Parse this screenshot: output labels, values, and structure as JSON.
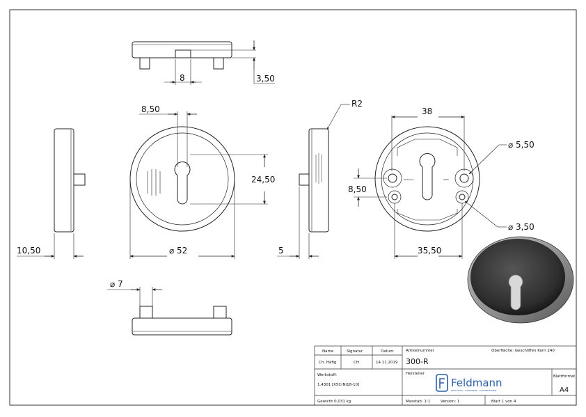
{
  "dimensions": {
    "top_slot_width": "8",
    "top_height": "3,50",
    "left_thickness": "10,50",
    "front_slot_offset": "8,50",
    "front_slot_height": "24,50",
    "front_diameter": "⌀ 52",
    "right_radius": "R2",
    "right_step": "5",
    "back_width": "38",
    "back_hole_large": "⌀ 5,50",
    "back_hole_small": "⌀ 3,50",
    "back_offset": "8,50",
    "back_spacing": "35,50",
    "bottom_pin": "⌀ 7"
  },
  "part_engraving": {
    "left": "Feldmann",
    "right": "2018"
  },
  "title_block": {
    "name_hdr": "Name",
    "signatur_hdr": "Signatur",
    "datum_hdr": "Datum",
    "name_val": "Ch. Häfig",
    "signatur_val": "CH",
    "datum_val": "14.11.2019",
    "artikelnummer_lbl": "Artikelnummer",
    "artikelnummer_val": "300-R",
    "oberflaeche": "Oberfläche: Geschliffen Korn 240",
    "werkstoff_lbl": "Werkstoff:",
    "werkstoff_val": "1.4301 [X5CrNi18-10]",
    "hersteller_lbl": "Hersteller",
    "company": "Feldmann",
    "company_sub": "EDELSTAHL · HANDWERK · SCHMIEDEEISEN",
    "blattformat_lbl": "Blattformat",
    "blattformat_val": "A4",
    "gewicht": "Gewicht 0,031 kg",
    "massstab": "Masstab: 1:1",
    "version": "Version: 1",
    "blatt": "Blatt 1 von 4"
  },
  "colors": {
    "line": "#222222",
    "render_dark": "#3a3a3a",
    "render_light": "#9a9a9a",
    "logo_blue": "#2a5fa8"
  }
}
